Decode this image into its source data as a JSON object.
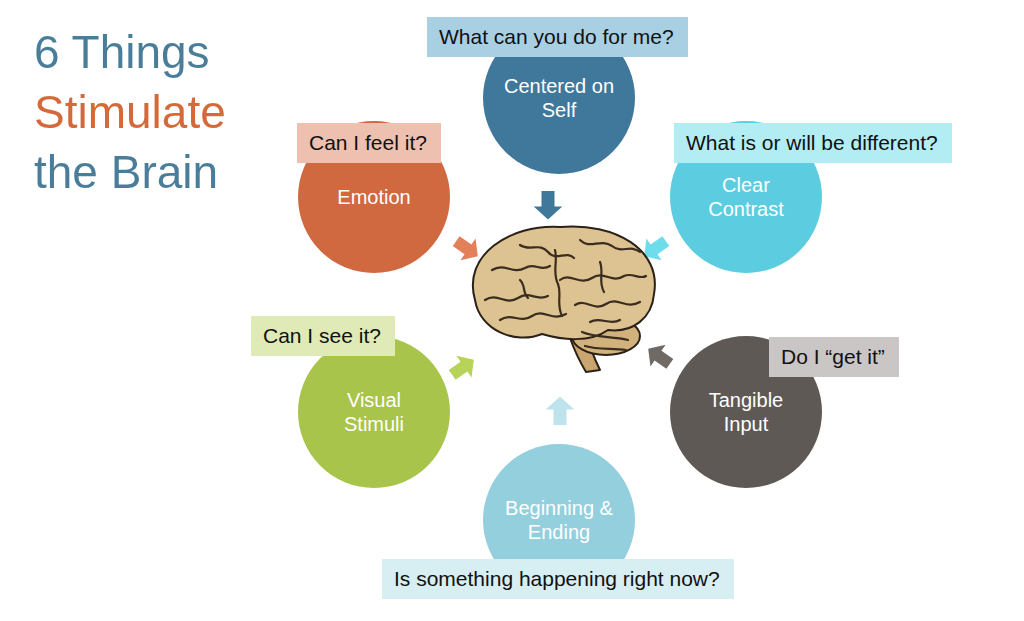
{
  "diagram": {
    "title": "6 Things Stimulate the Brain",
    "nodes": [
      {
        "text": [
          "What can you do for me?"
        ]
      },
      {
        "text": [
          "Centered on Self"
        ]
      },
      {
        "text": [
          "Can I feel it?"
        ]
      },
      {
        "text": [
          "What is or will be different?"
        ]
      },
      {
        "text": [
          "Emotion"
        ]
      },
      {
        "text": [
          "Clear Contrast"
        ]
      },
      {
        "text": [
          "Can I see it?"
        ]
      },
      {
        "text": [
          "Do I “get it”"
        ]
      },
      {
        "text": [
          "Visual Stimuli"
        ]
      },
      {
        "text": [
          "Tangible Input"
        ]
      },
      {
        "text": [
          "Beginning & Ending"
        ]
      },
      {
        "text": [
          "Is something happening right now?"
        ]
      }
    ]
  }
}
